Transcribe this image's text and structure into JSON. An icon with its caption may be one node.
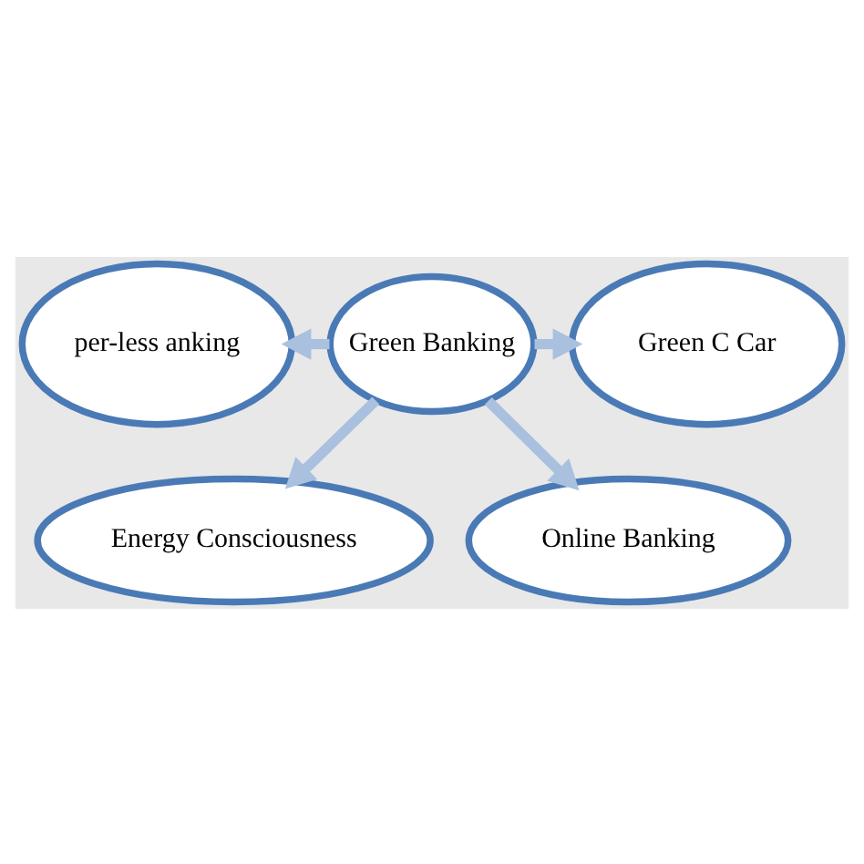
{
  "diagram": {
    "nodes": [
      {
        "text": [
          "Energy Consciousness"
        ]
      },
      {
        "text": [
          "per-less anking"
        ]
      },
      {
        "text": [
          "Green Banking"
        ]
      },
      {
        "text": [
          "Green C Car"
        ]
      },
      {
        "text": [
          "Online Banking"
        ]
      }
    ],
    "edges": [
      {
        "from": 2,
        "to": 0,
        "arrow": "to"
      },
      {
        "from": 2,
        "to": 1,
        "arrow": "to"
      },
      {
        "from": 2,
        "to": 3,
        "arrow": "to"
      },
      {
        "from": 2,
        "to": 4,
        "arrow": "to"
      }
    ]
  }
}
